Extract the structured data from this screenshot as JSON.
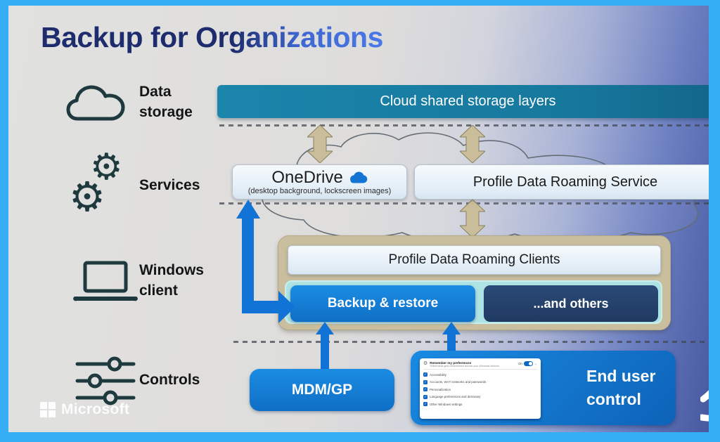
{
  "slide": {
    "title": "Backup for Organizations",
    "brand": "Microsoft"
  },
  "sidebar": {
    "rows": [
      {
        "icon": "cloud-icon",
        "label": "Data storage"
      },
      {
        "icon": "gears-icon",
        "label": "Services"
      },
      {
        "icon": "laptop-icon",
        "label": "Windows client"
      },
      {
        "icon": "sliders-icon",
        "label": "Controls"
      }
    ]
  },
  "diagram": {
    "storage_bar_label": "Cloud shared storage layers",
    "onedrive": {
      "name": "OneDrive",
      "subtitle": "(desktop background, lockscreen images)"
    },
    "roaming_service_label": "Profile Data Roaming Service",
    "clients": {
      "header": "Profile Data Roaming Clients",
      "backup_restore_label": "Backup & restore",
      "others_label": "...and others"
    },
    "mdm_gp_label": "MDM/GP",
    "end_user_control_label": "End user control",
    "settings_panel": {
      "title": "Remember my preferences",
      "subtitle": "Select what gets remembered across your Windows devices",
      "toggle_state": "On",
      "items": [
        "Accessibility",
        "Accounts, Wi-Fi networks and passwords",
        "Personalization",
        "Language preferences and dictionary",
        "Other Windows settings"
      ]
    },
    "colors": {
      "storage_bar_teal": "#17789d",
      "primary_blue": "#1282d8",
      "navy": "#24406b",
      "tan_container": "#c9bf9e",
      "cyan_strip": "#aee3e3",
      "light_box": "#e9f3fa",
      "frame_blue": "#35aef5",
      "title_navy": "#1e2c6e",
      "title_blue": "#4a79e8"
    }
  }
}
